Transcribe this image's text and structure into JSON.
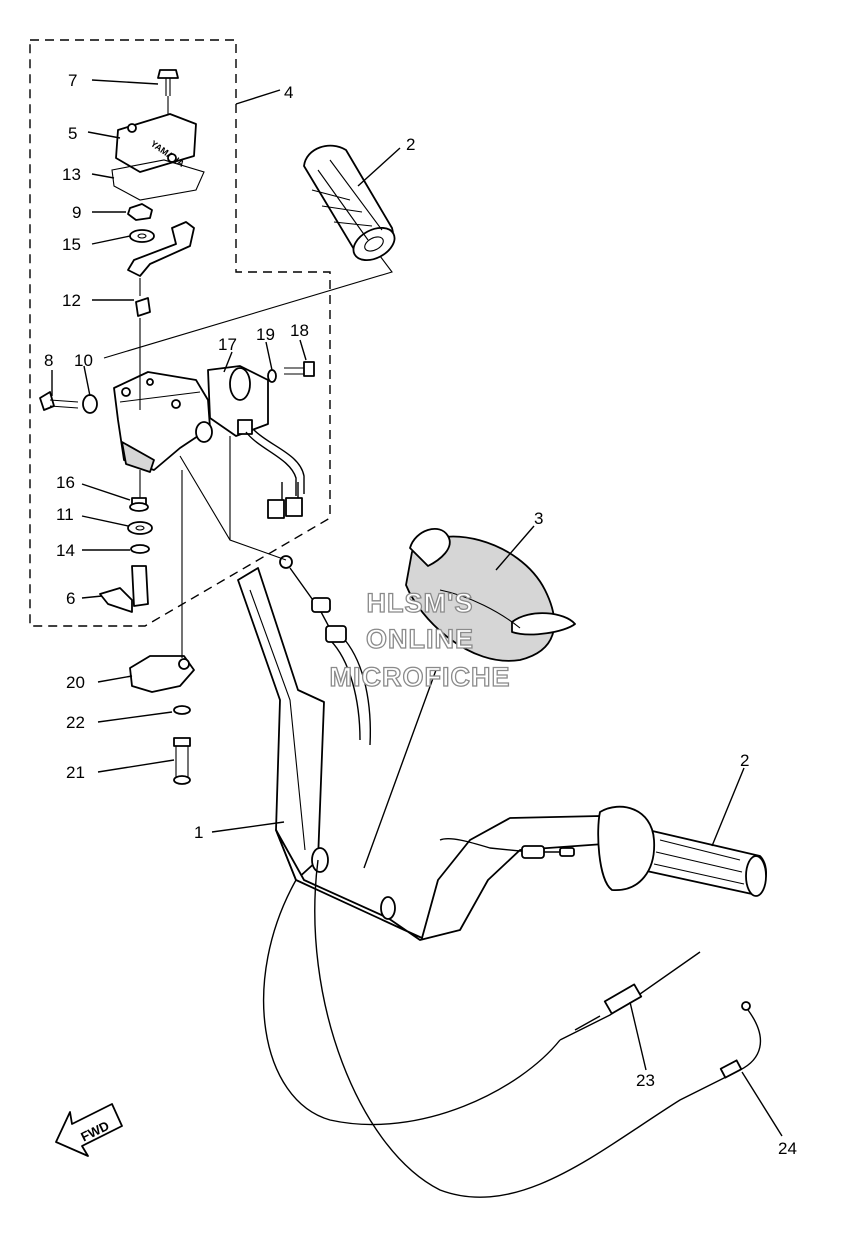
{
  "callouts": [
    {
      "id": "c7",
      "text": "7"
    },
    {
      "id": "c4",
      "text": "4"
    },
    {
      "id": "c5",
      "text": "5"
    },
    {
      "id": "c13",
      "text": "13"
    },
    {
      "id": "c9",
      "text": "9"
    },
    {
      "id": "c15",
      "text": "15"
    },
    {
      "id": "c2a",
      "text": "2"
    },
    {
      "id": "c12",
      "text": "12"
    },
    {
      "id": "c17",
      "text": "17"
    },
    {
      "id": "c19",
      "text": "19"
    },
    {
      "id": "c18",
      "text": "18"
    },
    {
      "id": "c8",
      "text": "8"
    },
    {
      "id": "c10",
      "text": "10"
    },
    {
      "id": "c16",
      "text": "16"
    },
    {
      "id": "c11",
      "text": "11"
    },
    {
      "id": "c14",
      "text": "14"
    },
    {
      "id": "c6",
      "text": "6"
    },
    {
      "id": "c3",
      "text": "3"
    },
    {
      "id": "c20",
      "text": "20"
    },
    {
      "id": "c22",
      "text": "22"
    },
    {
      "id": "c21",
      "text": "21"
    },
    {
      "id": "c1",
      "text": "1"
    },
    {
      "id": "c2b",
      "text": "2"
    },
    {
      "id": "c23",
      "text": "23"
    },
    {
      "id": "c24",
      "text": "24"
    }
  ],
  "watermark": {
    "line1": "HLSM'S",
    "line2": "ONLINE",
    "line3": "MICROFICHE"
  },
  "direction_marker": "FWD",
  "cover_logo": "YAMAHA"
}
